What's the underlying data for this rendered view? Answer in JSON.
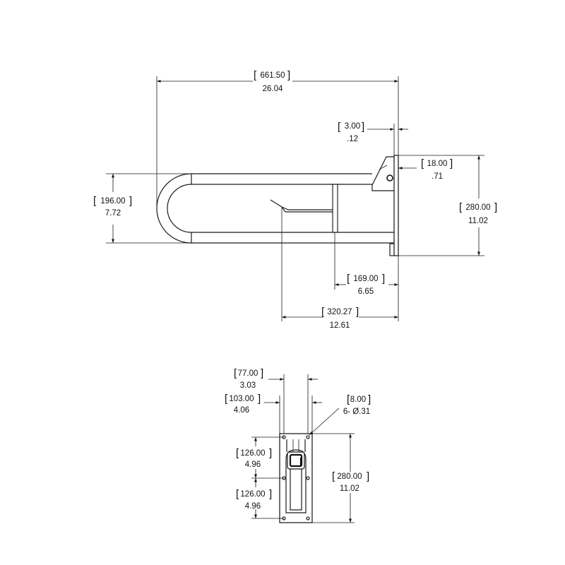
{
  "side_view": {
    "overall_length": {
      "mm": "661.50",
      "in": "26.04"
    },
    "plate_thickness": {
      "mm": "3.00",
      "in": ".12"
    },
    "pivot_offset": {
      "mm": "18.00",
      "in": ".71"
    },
    "plate_height": {
      "mm": "280.00",
      "in": "11.02"
    },
    "bar_spread": {
      "mm": "196.00",
      "in": "7.72"
    },
    "support_offset": {
      "mm": "169.00",
      "in": "6.65"
    },
    "paper_holder_offset": {
      "mm": "320.27",
      "in": "12.61"
    }
  },
  "front_view": {
    "inner_hole_spacing": {
      "mm": "77.00",
      "in": "3.03"
    },
    "outer_hole_spacing": {
      "mm": "103.00",
      "in": "4.06"
    },
    "hole_diameter": {
      "mm": "8.00",
      "in": "6- Ø.31"
    },
    "hole_pitch_upper": {
      "mm": "126.00",
      "in": "4.96"
    },
    "hole_pitch_lower": {
      "mm": "126.00",
      "in": "4.96"
    },
    "plate_height": {
      "mm": "280.00",
      "in": "11.02"
    }
  }
}
